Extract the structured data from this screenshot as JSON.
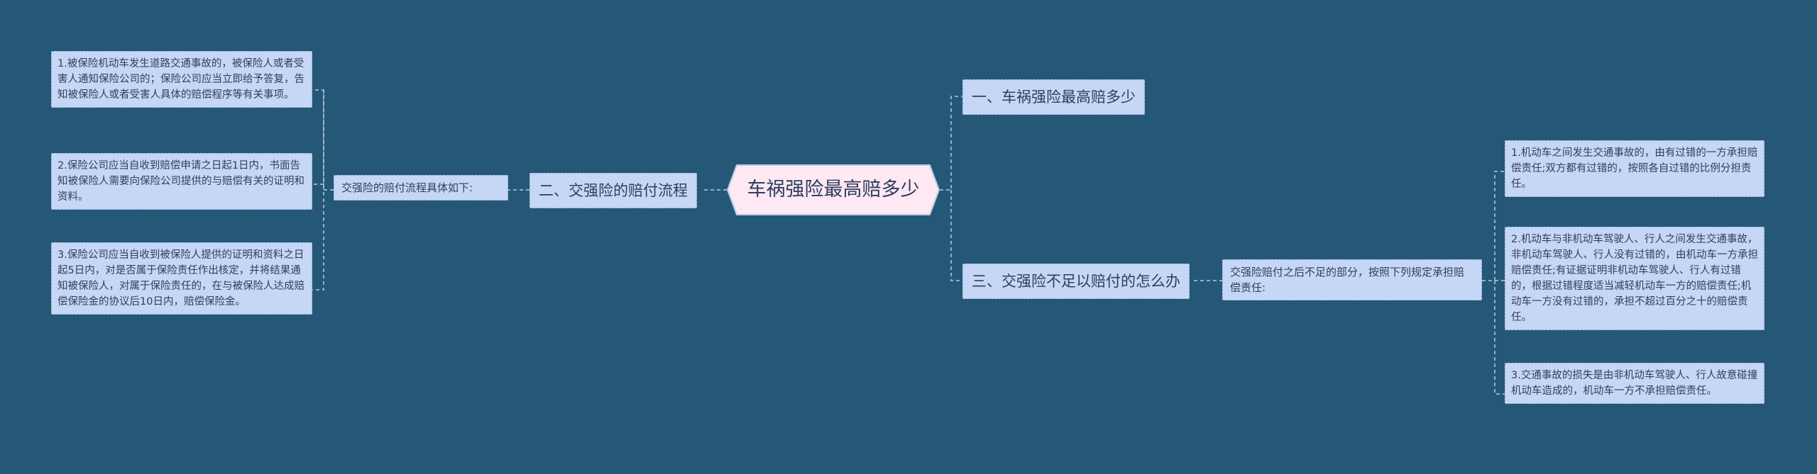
{
  "root": {
    "label": "车祸强险最高赔多少"
  },
  "branches": {
    "b1": {
      "label": "一、车祸强险最高赔多少"
    },
    "b2": {
      "label": "二、交强险的赔付流程",
      "intro": "交强险的赔付流程具体如下:",
      "items": [
        "1.被保险机动车发生道路交通事故的，被保险人或者受害人通知保险公司的；保险公司应当立即给予答复，告知被保险人或者受害人具体的赔偿程序等有关事项。",
        "2.保险公司应当自收到赔偿申请之日起1日内，书面告知被保险人需要向保险公司提供的与赔偿有关的证明和资料。",
        "3.保险公司应当自收到被保险人提供的证明和资料之日起5日内，对是否属于保险责任作出核定，并将结果通知被保险人，对属于保险责任的，在与被保险人达成赔偿保险金的协议后10日内，赔偿保险金。"
      ]
    },
    "b3": {
      "label": "三、交强险不足以赔付的怎么办",
      "intro": "交强险赔付之后不足的部分，按照下列规定承担赔偿责任:",
      "items": [
        "1.机动车之间发生交通事故的，由有过错的一方承担赔偿责任;双方都有过错的，按照各自过错的比例分担责任。",
        "2.机动车与非机动车驾驶人、行人之间发生交通事故，非机动车驾驶人、行人没有过错的，由机动车一方承担赔偿责任;有证据证明非机动车驾驶人、行人有过错的，根据过错程度适当减轻机动车一方的赔偿责任;机动车一方没有过错的，承担不超过百分之十的赔偿责任。",
        "3.交通事故的损失是由非机动车驾驶人、行人故意碰撞机动车造成的，机动车一方不承担赔偿责任。"
      ]
    }
  },
  "colors": {
    "background": "#245876",
    "node_fill": "#c6d6f5",
    "node_border": "#8fa8d4",
    "root_fill": "#fde8f4",
    "text": "#2e3e5c",
    "connector": "#b9c9e6"
  }
}
